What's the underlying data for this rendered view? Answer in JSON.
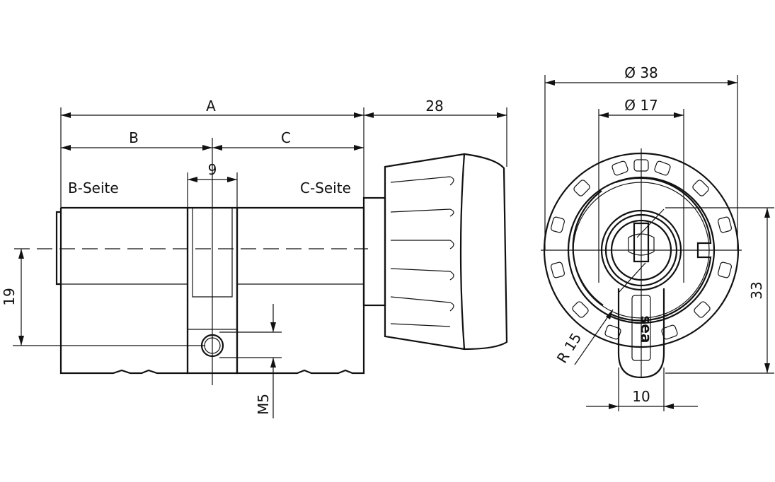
{
  "drawing": {
    "dim_A": "A",
    "dim_B": "B",
    "dim_C": "C",
    "dim_28": "28",
    "dim_9": "9",
    "dim_19": "19",
    "dim_M5": "M5",
    "label_b_seite": "B-Seite",
    "label_c_seite": "C-Seite",
    "dim_dia38": "Ø 38",
    "dim_dia17": "Ø 17",
    "dim_33": "33",
    "dim_r15": "R 15",
    "dim_10": "10",
    "brand": "sea"
  }
}
